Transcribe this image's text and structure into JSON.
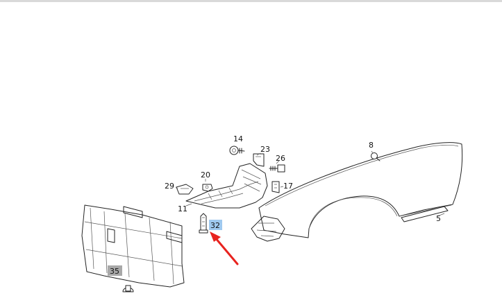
{
  "colors": {
    "highlight_blue": "#9fc9ef",
    "highlight_gray": "#a8a8a8",
    "arrow": "#e8231f",
    "line": "#222222"
  },
  "callouts": [
    {
      "id": "14",
      "label": "14",
      "highlight": "none"
    },
    {
      "id": "23",
      "label": "23",
      "highlight": "none"
    },
    {
      "id": "26",
      "label": "26",
      "highlight": "none"
    },
    {
      "id": "20",
      "label": "20",
      "highlight": "none"
    },
    {
      "id": "29",
      "label": "29",
      "highlight": "none"
    },
    {
      "id": "17",
      "label": "17",
      "highlight": "none"
    },
    {
      "id": "11",
      "label": "11",
      "highlight": "none"
    },
    {
      "id": "32",
      "label": "32",
      "highlight": "blue"
    },
    {
      "id": "8",
      "label": "8",
      "highlight": "none"
    },
    {
      "id": "5",
      "label": "5",
      "highlight": "none"
    },
    {
      "id": "35",
      "label": "35",
      "highlight": "gray"
    }
  ],
  "pointer": {
    "target": "32",
    "icon": "red-arrow-icon"
  }
}
